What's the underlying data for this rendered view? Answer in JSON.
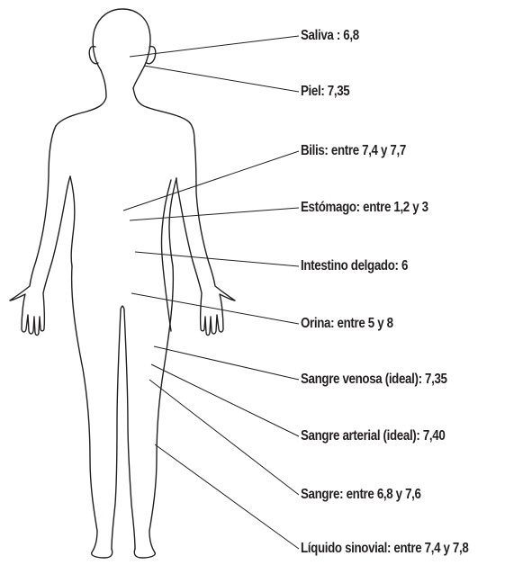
{
  "labels": [
    "Saliva : 6,8",
    "Piel: 7,35",
    "Bilis: entre 7,4 y 7,7",
    "Estómago: entre 1,2 y 3",
    "Intestino delgado: 6",
    "Orina: entre 5 y 8",
    "Sangre venosa (ideal): 7,35",
    "Sangre arterial (ideal): 7,40",
    "Sangre: entre 6,8 y 7,6",
    "Líquido sinovial: entre 7,4 y 7,8"
  ],
  "colors": {
    "outline": "#231f20",
    "text": "#231f20",
    "background": "#ffffff"
  }
}
